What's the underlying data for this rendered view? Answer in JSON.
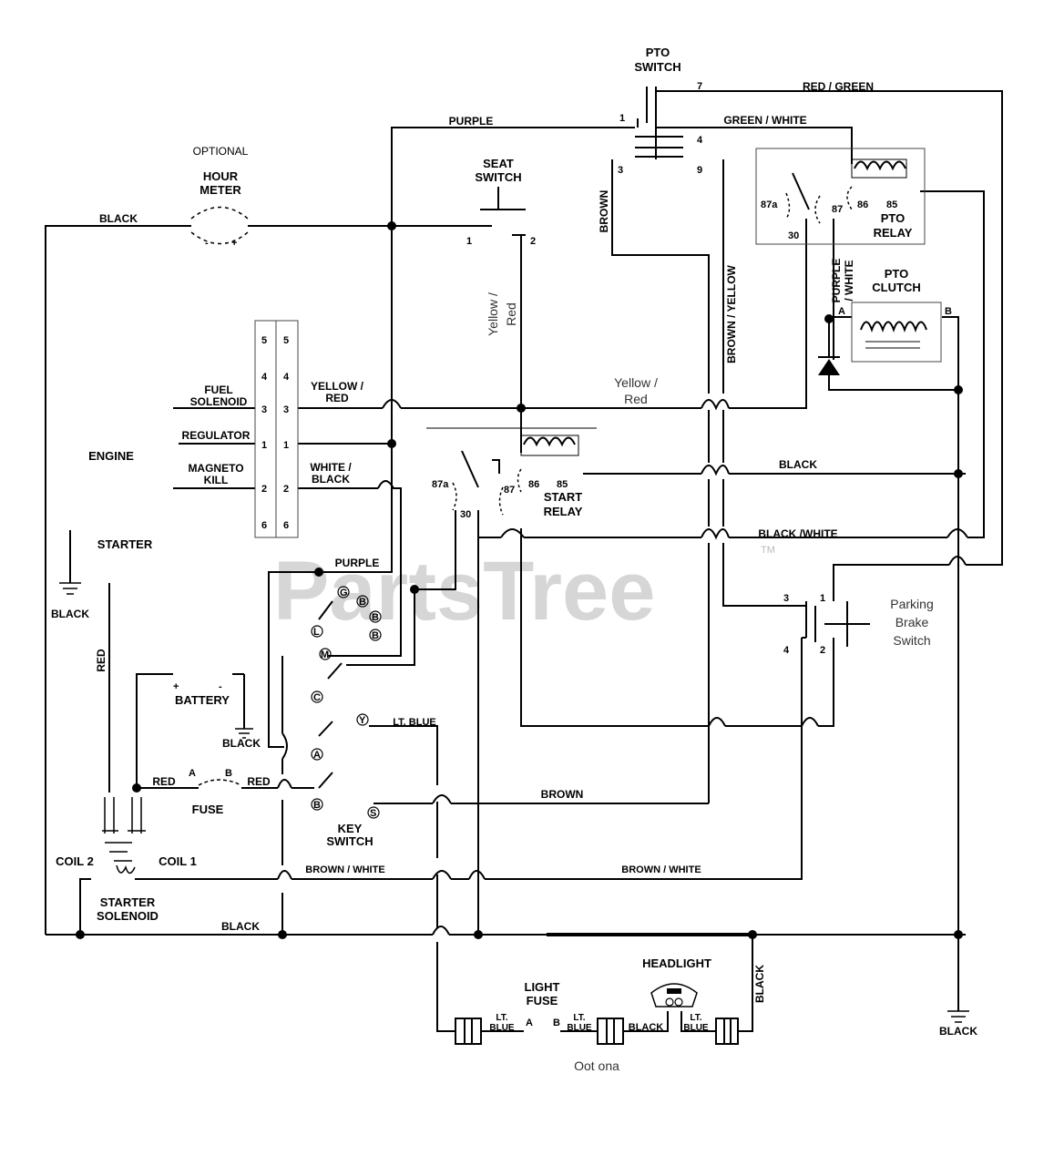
{
  "watermark": {
    "text": "PartsTree",
    "tm": "TM"
  },
  "components": {
    "pto_switch": "PTO\nSWITCH",
    "hour_meter_optional": "OPTIONAL",
    "hour_meter": "HOUR\nMETER",
    "hour_meter_minus": "-",
    "hour_meter_plus": "+",
    "seat_switch": "SEAT\nSWITCH",
    "pto_relay": "PTO\nRELAY",
    "pto_clutch": "PTO\nCLUTCH",
    "engine": "ENGINE",
    "fuel_solenoid": "FUEL\nSOLENOID",
    "regulator": "REGULATOR",
    "magneto_kill": "MAGNETO\nKILL",
    "start_relay": "START\nRELAY",
    "starter": "STARTER",
    "battery": "BATTERY",
    "battery_plus": "+",
    "battery_minus": "-",
    "fuse": "FUSE",
    "key_switch": "KEY\nSWITCH",
    "coil_2": "COIL 2",
    "coil_1": "COIL 1",
    "starter_solenoid": "STARTER\nSOLENOID",
    "parking_brake_switch": "Parking\nBrake\nSwitch",
    "light_fuse": "LIGHT\nFUSE",
    "headlight": "HEADLIGHT",
    "optional_bottom": "Oot ona"
  },
  "wires": {
    "red_green": "RED / GREEN",
    "purple": "PURPLE",
    "green_white": "GREEN / WHITE",
    "black": "BLACK",
    "brown": "BROWN",
    "brown_yellow": "BROWN / YELLOW",
    "yellow_red_seat": "Yellow /\nRed",
    "yellow_red_mid": "Yellow /\nRed",
    "purple_white": "PURPLE\n/ WHITE",
    "yellow_red_conn": "YELLOW /\nRED",
    "white_black": "WHITE /\nBLACK",
    "black_white": "BLACK /WHITE",
    "red": "RED",
    "lt_blue": "LT. BLUE",
    "brown_white": "BROWN / WHITE",
    "lt_blue_a": "LT.\nBLUE",
    "lt_blue_b": "LT.\nBLUE",
    "lt_blue_c": "LT.\nBLUE"
  },
  "pins": {
    "pto_1": "1",
    "pto_7": "7",
    "pto_4": "4",
    "pto_3": "3",
    "pto_9": "9",
    "seat_1": "1",
    "seat_2": "2",
    "pto_relay_87a": "87a",
    "pto_relay_87": "87",
    "pto_relay_86": "86",
    "pto_relay_85": "85",
    "pto_relay_30": "30",
    "clutch_a": "A",
    "clutch_b": "B",
    "start_87a": "87a",
    "start_87": "87",
    "start_86": "86",
    "start_85": "85",
    "start_30": "30",
    "conn_left": [
      "5",
      "4",
      "3",
      "1",
      "2",
      "6"
    ],
    "conn_right": [
      "5",
      "4",
      "3",
      "1",
      "2",
      "6"
    ],
    "key_g": "G",
    "key_b1": "B",
    "key_b2": "B",
    "key_l": "L",
    "key_m": "M",
    "key_c": "C",
    "key_y": "Y",
    "key_a": "A",
    "key_b3": "B",
    "key_s": "S",
    "fuse_a": "A",
    "fuse_b": "B",
    "park_1": "1",
    "park_2": "2",
    "park_3": "3",
    "park_4": "4",
    "light_fuse_a": "A",
    "light_fuse_b": "B"
  }
}
